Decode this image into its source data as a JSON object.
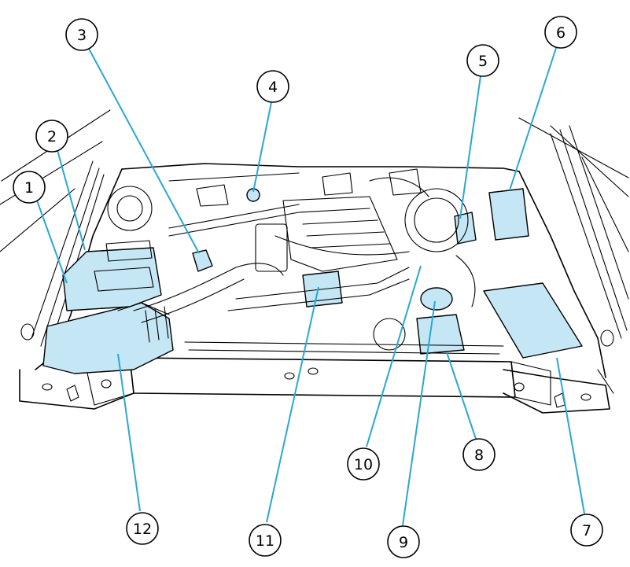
{
  "highlight_color": "#c5e6f4",
  "leader_color": "#2aa7d6",
  "callouts": [
    {
      "id": "c1",
      "label": "1"
    },
    {
      "id": "c2",
      "label": "2"
    },
    {
      "id": "c3",
      "label": "3"
    },
    {
      "id": "c4",
      "label": "4"
    },
    {
      "id": "c5",
      "label": "5"
    },
    {
      "id": "c6",
      "label": "6"
    },
    {
      "id": "c7",
      "label": "7"
    },
    {
      "id": "c8",
      "label": "8"
    },
    {
      "id": "c9",
      "label": "9"
    },
    {
      "id": "c10",
      "label": "10"
    },
    {
      "id": "c11",
      "label": "11"
    },
    {
      "id": "c12",
      "label": "12"
    }
  ]
}
